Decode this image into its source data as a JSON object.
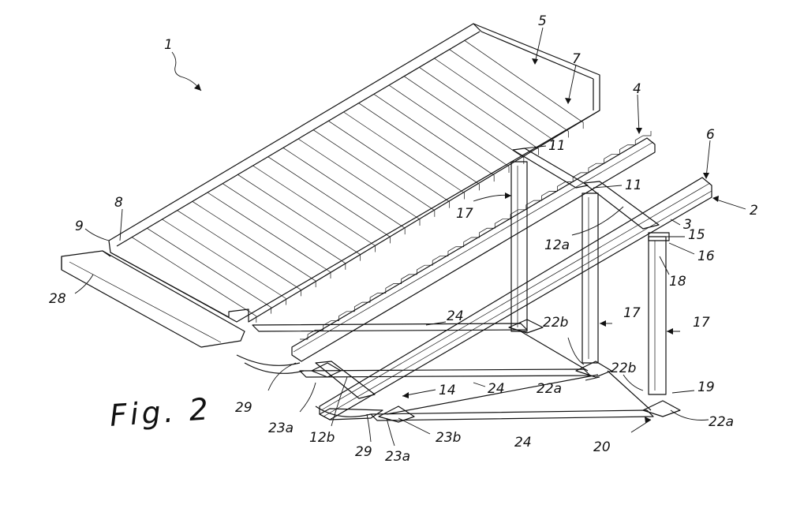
{
  "figure": {
    "caption": "Fig. 2",
    "labels": {
      "l1": "1",
      "l2": "2",
      "l3": "3",
      "l4": "4",
      "l5": "5",
      "l6": "6",
      "l7": "7",
      "l8": "8",
      "l9": "9",
      "l11a": "11",
      "l11b": "11",
      "l12a": "12a",
      "l12b": "12b",
      "l14": "14",
      "l15": "15",
      "l16": "16",
      "l17a": "17",
      "l17b": "17",
      "l17c": "17",
      "l18": "18",
      "l19": "19",
      "l20": "20",
      "l22a1": "22a",
      "l22a2": "22a",
      "l22b1": "22b",
      "l22b2": "22b",
      "l23a1": "23a",
      "l23a2": "23a",
      "l23b": "23b",
      "l24a": "24",
      "l24b": "24",
      "l24c": "24",
      "l28": "28",
      "l29a": "29",
      "l29b": "29"
    }
  }
}
